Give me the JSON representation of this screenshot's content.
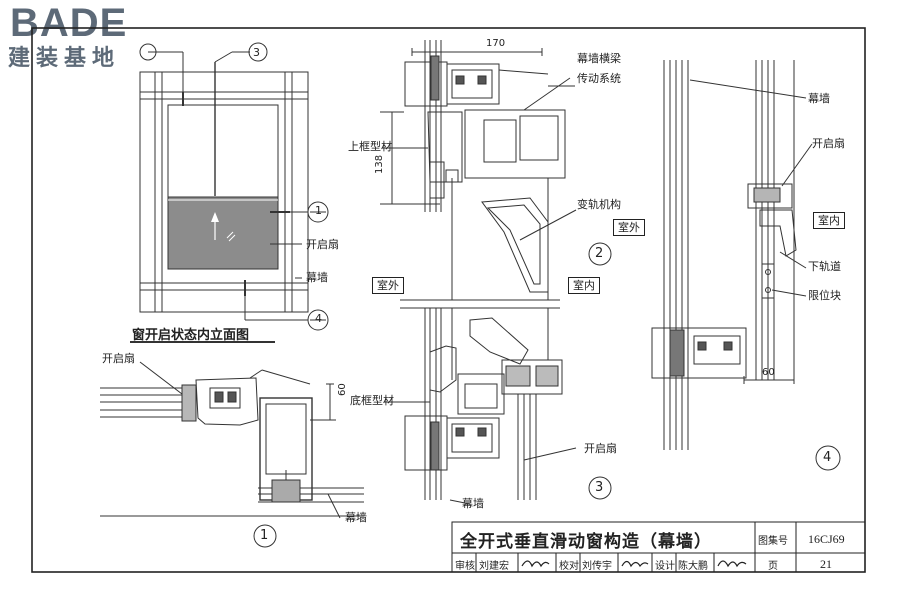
{
  "logo": {
    "brand": "BADE",
    "subtitle": "建装基地"
  },
  "elevation": {
    "caption": "窗开启状态内立面图",
    "label_sash": "开启扇",
    "label_wall": "幕墙",
    "markers": [
      "3",
      "1",
      "4"
    ]
  },
  "detail1": {
    "label_sash": "开启扇",
    "label_wall": "幕墙",
    "dim": "60",
    "number": "1"
  },
  "detail2": {
    "dim_width": "170",
    "dim_height": "138",
    "label_beam": "幕墙横梁",
    "label_drive": "传动系统",
    "label_top_frame": "上框型材",
    "label_rail": "变轨机构",
    "label_outdoor": "室外",
    "label_outdoor2": "室外",
    "label_indoor": "室内",
    "number": "2"
  },
  "detail3": {
    "label_bottom_frame": "底框型材",
    "label_sash": "开启扇",
    "label_wall": "幕墙",
    "number": "3"
  },
  "detail4": {
    "label_wall": "幕墙",
    "label_sash": "开启扇",
    "label_indoor": "室内",
    "label_lower_rail": "下轨道",
    "label_stop": "限位块",
    "dim": "60",
    "number": "4"
  },
  "title_block": {
    "title": "全开式垂直滑动窗构造（幕墙）",
    "atlas_label": "图集号",
    "atlas_no": "16CJ69",
    "page_label": "页",
    "page_no": "21",
    "review_label": "审核",
    "review_name": "刘建宏",
    "check_label": "校对",
    "check_name": "刘传宇",
    "design_label": "设计",
    "design_name": "陈大鹏"
  }
}
